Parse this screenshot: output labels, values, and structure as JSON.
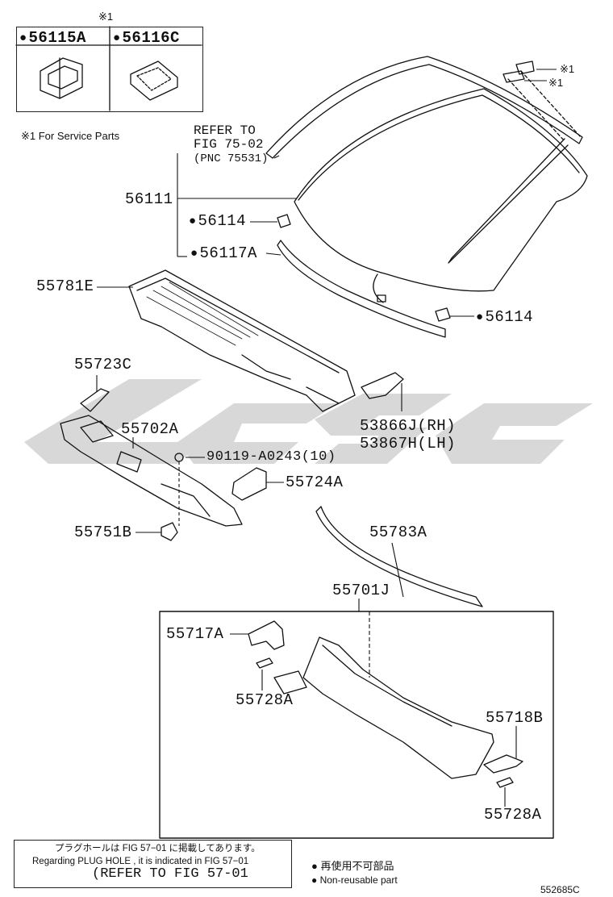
{
  "figure_id": "552685C",
  "service_note_mark": "※1",
  "service_note": "※1 For Service Parts",
  "service_box": {
    "mark": "※1",
    "parts": [
      "56115A",
      "56116C"
    ]
  },
  "refer": {
    "line1": "REFER TO",
    "line2": "FIG 75-02",
    "line3": "(PNC 75531)"
  },
  "labels": {
    "p56111": "56111",
    "p56114a": "56114",
    "p56117A": "56117A",
    "p56114b": "56114",
    "p55781E": "55781E",
    "p55723C": "55723C",
    "p55702A": "55702A",
    "p90119": "90119-A0243(10)",
    "p53866J": "53866J(RH)",
    "p53867H": "53867H(LH)",
    "p55724A": "55724A",
    "p55751B": "55751B",
    "p55783A": "55783A",
    "p55701J": "55701J",
    "p55717A": "55717A",
    "p55728A_1": "55728A",
    "p55718B": "55718B",
    "p55728A_2": "55728A",
    "mark1": "※1",
    "mark2": "※1"
  },
  "plug_note": {
    "jp": "プラグホールは FIG  57−01 に掲載してあります。",
    "en": "Regarding  PLUG  HOLE , it is indicated in  FIG  57−01",
    "refer": "(REFER  TO  FIG 57-01"
  },
  "legend": {
    "jp": "再使用不可部品",
    "en": "Non-reusable part"
  },
  "colors": {
    "line": "#111111",
    "watermark": "#d9d9d9"
  }
}
